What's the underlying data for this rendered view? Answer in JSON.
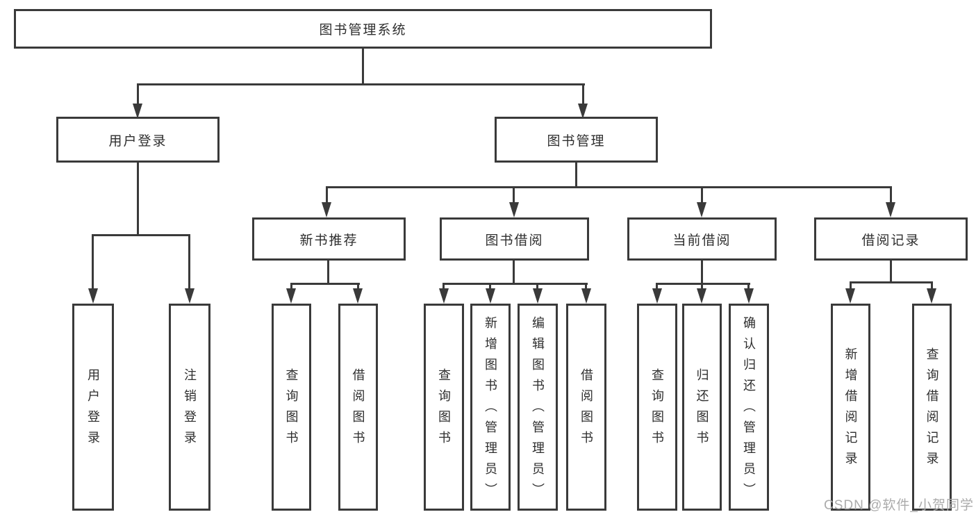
{
  "diagram": {
    "root": "图书管理系统",
    "branches": [
      {
        "label": "用户登录",
        "children": [
          "用户登录",
          "注销登录"
        ]
      },
      {
        "label": "图书管理",
        "sections": [
          {
            "label": "新书推荐",
            "children": [
              "查询图书",
              "借阅图书"
            ]
          },
          {
            "label": "图书借阅",
            "children": [
              "查询图书",
              "新增图书（管理员）",
              "编辑图书（管理员）",
              "借阅图书"
            ]
          },
          {
            "label": "当前借阅",
            "children": [
              "查询图书",
              "归还图书",
              "确认归还（管理员）"
            ]
          },
          {
            "label": "借阅记录",
            "children": [
              "新增借阅记录",
              "查询借阅记录"
            ]
          }
        ]
      }
    ]
  },
  "watermark": {
    "text": "CSDN @软件_小贺同学"
  },
  "colors": {
    "line": "#3a3a3a",
    "text": "#2e2e2e",
    "watermark": "#ababab",
    "background": "#ffffff"
  }
}
